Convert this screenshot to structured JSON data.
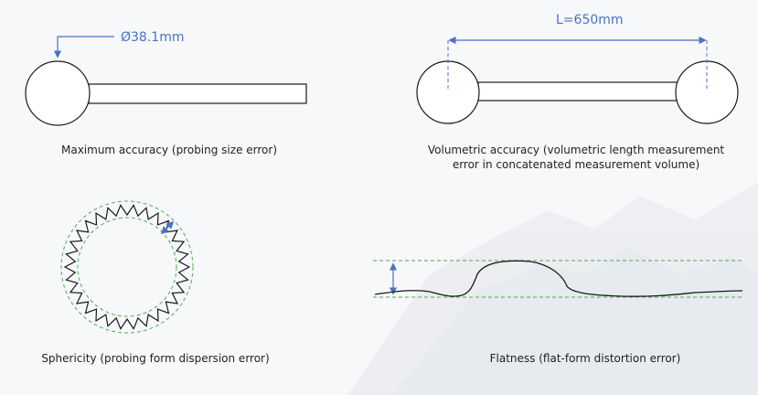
{
  "colors": {
    "outline": "#1a1a1a",
    "dimension_blue": "#4a72c4",
    "tolerance_green": "#6cb86c",
    "background": "#f7f8fa",
    "mountain_shade": "#e6e9ee"
  },
  "panels": {
    "max_accuracy": {
      "dimension": "Ø38.1mm",
      "caption": "Maximum accuracy (probing size error)"
    },
    "volumetric": {
      "dimension": "L=650mm",
      "caption_line1": "Volumetric accuracy (volumetric length measurement",
      "caption_line2": "error in concatenated measurement volume)"
    },
    "sphericity": {
      "caption": "Sphericity (probing form dispersion error)"
    },
    "flatness": {
      "caption": "Flatness (flat-form distortion error)"
    }
  }
}
